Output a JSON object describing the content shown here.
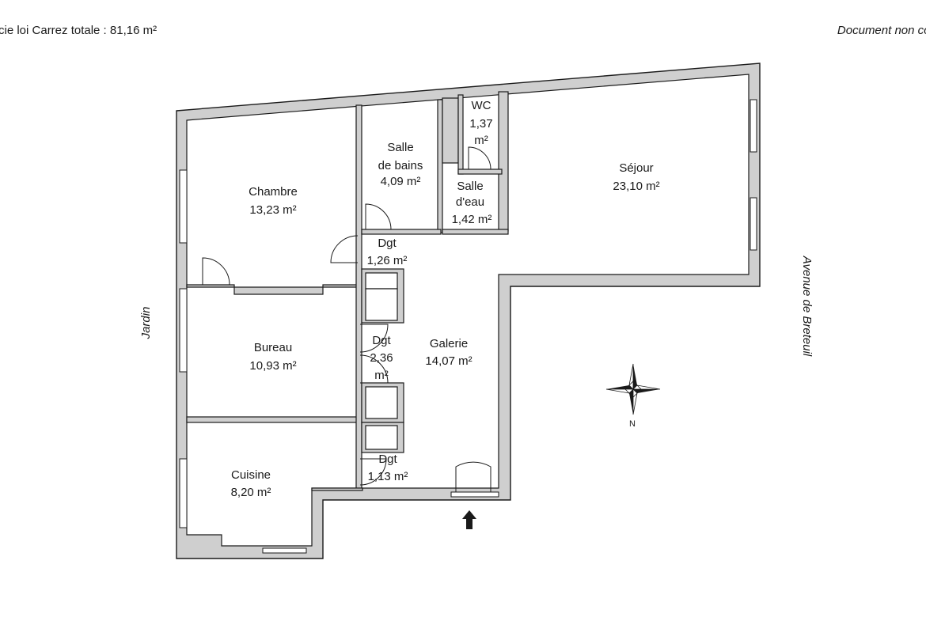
{
  "header": {
    "surface_text": "cie loi Carrez totale : 81,16 m²",
    "disclaimer": "Document non cont"
  },
  "rooms": [
    {
      "name": "Chambre",
      "area": "13,23 m²"
    },
    {
      "name_line1": "Salle",
      "name_line2": "de bains",
      "area": "4,09 m²"
    },
    {
      "name": "WC",
      "area_line1": "1,37",
      "area_line2": "m²"
    },
    {
      "name_line1": "Salle",
      "name_line2": "d'eau",
      "area": "1,42 m²"
    },
    {
      "name": "Séjour",
      "area": "23,10 m²"
    },
    {
      "name": "Dgt",
      "area": "1,26 m²"
    },
    {
      "name": "Bureau",
      "area": "10,93 m²"
    },
    {
      "name": "Dgt",
      "area_line1": "2,36",
      "area_line2": "m²"
    },
    {
      "name": "Galerie",
      "area": "14,07 m²"
    },
    {
      "name": "Cuisine",
      "area": "8,20 m²"
    },
    {
      "name": "Dgt",
      "area": "1,13 m²"
    }
  ],
  "labels": {
    "garden": "Jardin",
    "street": "Avenue de Breteuil",
    "compass_north": "N"
  },
  "icons": {
    "entrance": "entrance-arrow-icon",
    "compass": "compass-rose-icon"
  },
  "colors": {
    "wall_fill": "#cfcfcf",
    "line": "#1a1a1a",
    "background": "#ffffff"
  }
}
